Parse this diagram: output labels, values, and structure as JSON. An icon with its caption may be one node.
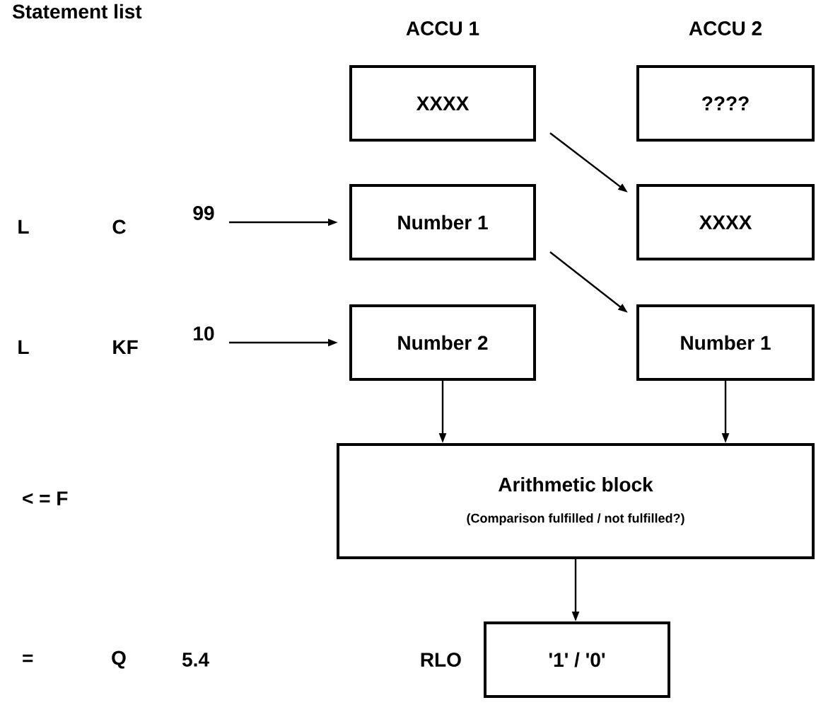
{
  "diagram": {
    "nodes": [
      {
        "text": [
          "XXXX"
        ]
      },
      {
        "text": [
          "????"
        ]
      },
      {
        "text": [
          "Number 1"
        ]
      },
      {
        "text": [
          "XXXX"
        ]
      },
      {
        "text": [
          "Number 2"
        ]
      },
      {
        "text": [
          "Number 1"
        ]
      },
      {
        "text": [
          "Arithmetic block",
          "(Comparison fulfilled / not fulfilled?)"
        ]
      },
      {
        "text": [
          "'1' / '0'"
        ],
        "beside": [
          "RLO"
        ]
      },
      {
        "text": [
          "L",
          "C",
          "99"
        ]
      },
      {
        "text": [
          "L",
          "KF",
          "10"
        ]
      }
    ],
    "edges": [
      {
        "from": 8,
        "to": 2,
        "arrow": "to"
      },
      {
        "from": 9,
        "to": 4,
        "arrow": "to"
      },
      {
        "from": 0,
        "to": 3,
        "arrow": "to"
      },
      {
        "from": 2,
        "to": 5,
        "arrow": "to"
      },
      {
        "from": 4,
        "to": 6,
        "arrow": "to"
      },
      {
        "from": 5,
        "to": 6,
        "arrow": "to"
      },
      {
        "from": 6,
        "to": 7,
        "arrow": "to"
      }
    ],
    "labels": [
      "Statement list",
      "ACCU 1",
      "ACCU 2",
      "< = F",
      "=",
      "Q",
      "5.4"
    ]
  }
}
